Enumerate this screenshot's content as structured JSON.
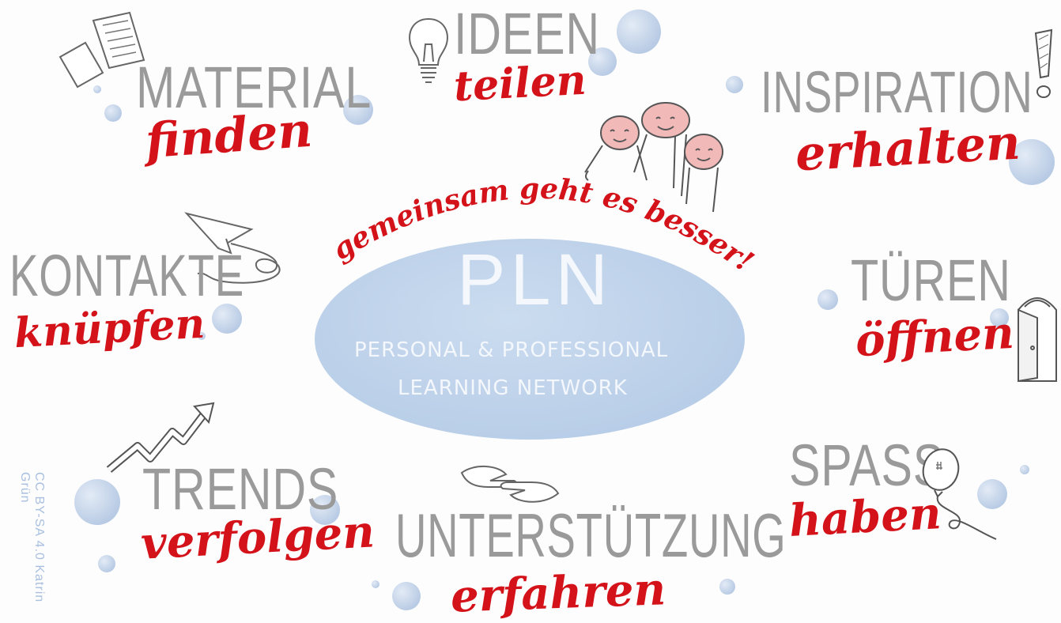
{
  "hub": {
    "title": "PLN",
    "subtitle_line1": "PERSONAL & PROFESSIONAL",
    "subtitle_line2": "LEARNING NETWORK"
  },
  "slogan": "gemeinsam geht es besser!",
  "nodes": {
    "material": {
      "word": "MATERIAL",
      "verb": "finden",
      "icon": "documents-icon"
    },
    "ideen": {
      "word": "IDEEN",
      "verb": "teilen",
      "icon": "lightbulb-icon"
    },
    "inspiration": {
      "word": "INSPIRATION",
      "verb": "erhalten",
      "icon": "exclamation-icon"
    },
    "kontakte": {
      "word": "KONTAKTE",
      "verb": "knüpfen",
      "icon": "paper-plane-icon"
    },
    "tueren": {
      "word": "TÜREN",
      "verb": "öffnen",
      "icon": "door-icon"
    },
    "trends": {
      "word": "TRENDS",
      "verb": "verfolgen",
      "icon": "trend-arrow-icon"
    },
    "unterstuetzung": {
      "word": "UNTERSTÜTZUNG",
      "verb": "erfahren",
      "icon": "helping-hands-icon"
    },
    "spass": {
      "word": "SPASS",
      "verb": "haben",
      "icon": "balloon-icon"
    }
  },
  "credit": "CC BY-SA 4.0 Katrin Grün",
  "colors": {
    "accent_red": "#d4121a",
    "word_gray": "#9a9a9a",
    "bubble_blue": "#b9cee8",
    "people_pink": "#f2b9b9"
  }
}
